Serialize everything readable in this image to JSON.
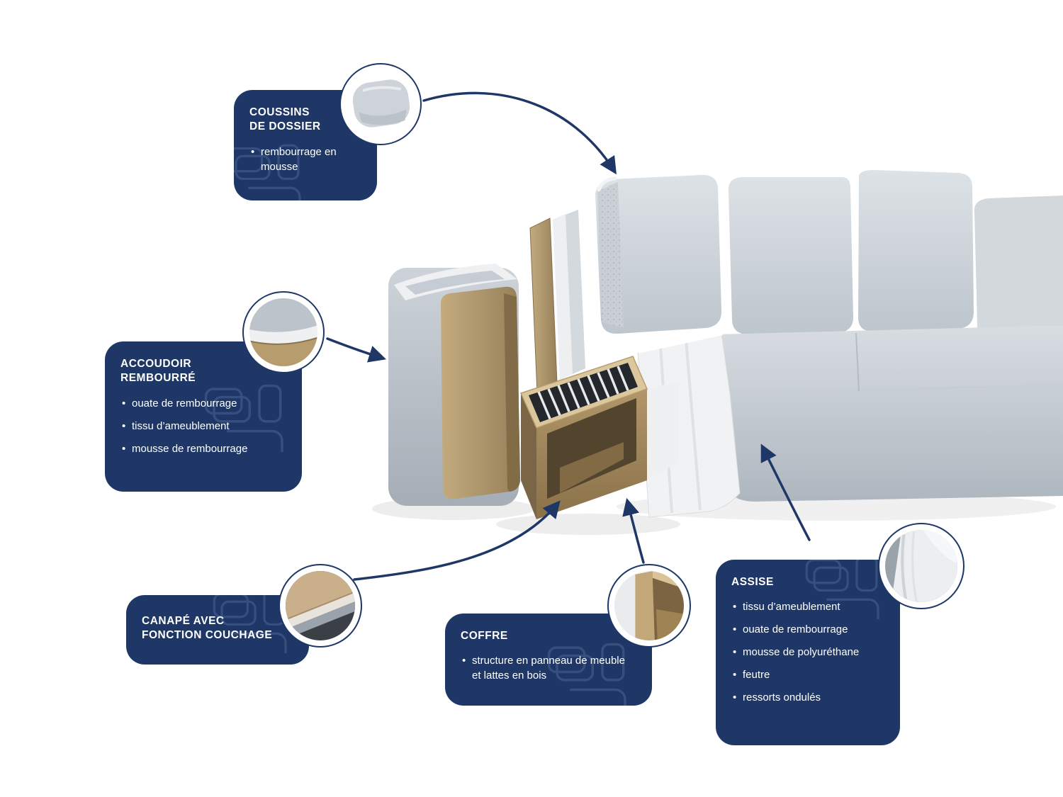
{
  "colors": {
    "box_navy": "#1e3766",
    "arrow_navy": "#1e3766",
    "pattern_blue": "#8fa7d6",
    "sofa_gray_light": "#dde2e6",
    "sofa_gray": "#c3cad1",
    "sofa_gray_dark": "#a7afb8",
    "wood_tan": "#b1966a",
    "wood_light": "#dcc79c",
    "foam_white": "#f1f2f4",
    "slat_dark": "#24272c",
    "text_white": "#ffffff"
  },
  "callouts": {
    "coussins": {
      "title_lines": [
        "COUSSINS",
        "DE DOSSIER"
      ],
      "bullets": [
        "rembourrage en mousse"
      ],
      "detail_icon": "back-cushion-photo"
    },
    "accoudoir": {
      "title_lines": [
        "ACCOUDOIR",
        "REMBOURRÉ"
      ],
      "bullets": [
        "ouate de rembourrage",
        "tissu d’ameublement",
        "mousse de rembourrage"
      ],
      "detail_icon": "armrest-corner-photo"
    },
    "canape": {
      "title_lines": [
        "CANAPÉ AVEC",
        "FONCTION COUCHAGE"
      ],
      "bullets": [],
      "detail_icon": "mattress-layers-photo"
    },
    "coffre": {
      "title_lines": [
        "COFFRE"
      ],
      "bullets": [
        "structure en panneau de meuble et lattes en bois"
      ],
      "detail_icon": "storage-box-photo"
    },
    "assise": {
      "title_lines": [
        "ASSISE"
      ],
      "bullets": [
        "tissu d’ameublement",
        "ouate de rembourrage",
        "mousse de polyuréthane",
        "feutre",
        "ressorts ondulés"
      ],
      "detail_icon": "seat-corner-photo"
    }
  }
}
